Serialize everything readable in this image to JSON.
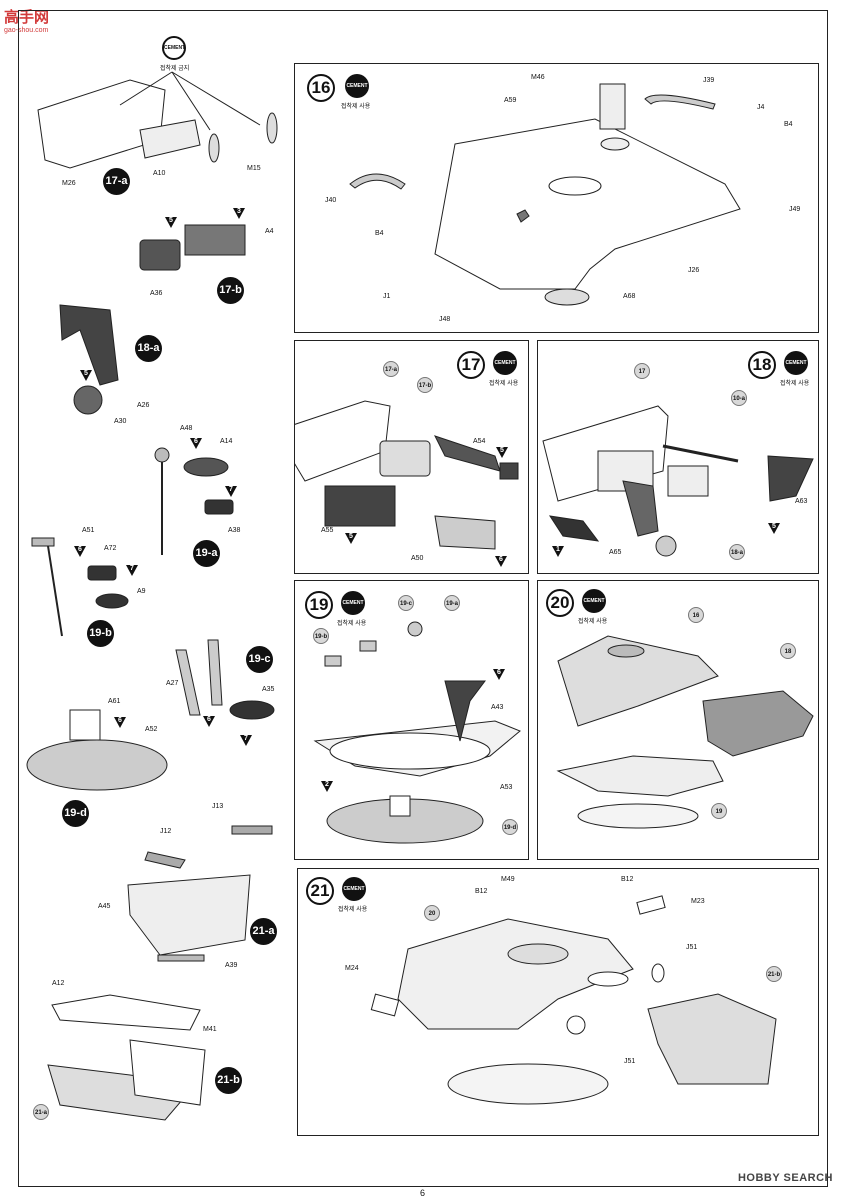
{
  "watermark": {
    "logo_text": "高手网",
    "logo_url": "gao-shou.com",
    "site": "HOBBY SEARCH"
  },
  "page_number": "6",
  "no_cement_note": {
    "icon_text": "CEMENT",
    "text": "접착제 금지"
  },
  "cement_note": {
    "icon_text": "CEMENT",
    "text": "접착제 사용"
  },
  "left_column": {
    "s17a": {
      "badge": "17-a",
      "labels": [
        "M26",
        "A10",
        "M15"
      ]
    },
    "s17b": {
      "badge": "17-b",
      "labels": [
        "A4",
        "A36"
      ],
      "tri": [
        "5",
        "3"
      ]
    },
    "s18a": {
      "badge": "18-a",
      "labels": [
        "A26",
        "A30"
      ],
      "tri": [
        "5"
      ]
    },
    "s19a": {
      "badge": "19-a",
      "labels": [
        "A48",
        "A14",
        "A38"
      ],
      "tri": [
        "6",
        "7"
      ]
    },
    "s19b": {
      "badge": "19-b",
      "labels": [
        "A51",
        "A72",
        "A9"
      ],
      "tri": [
        "6",
        "7"
      ]
    },
    "s19c": {
      "badge": "19-c",
      "labels": [
        "A27",
        "A35"
      ],
      "tri": [
        "6",
        "7"
      ]
    },
    "s19d": {
      "badge": "19-d",
      "labels": [
        "A61",
        "A52"
      ],
      "tri": [
        "6"
      ]
    },
    "s21a": {
      "badge": "21-a",
      "labels": [
        "J13",
        "J12",
        "A45",
        "A39"
      ]
    },
    "s21b": {
      "badge": "21-b",
      "labels": [
        "A12",
        "M41",
        "21-a"
      ]
    }
  },
  "step16": {
    "number": "16",
    "labels": [
      "M46",
      "J39",
      "A59",
      "J4",
      "B4",
      "J40",
      "J49",
      "B4",
      "J26",
      "J1",
      "A68",
      "J48"
    ]
  },
  "step17": {
    "number": "17",
    "refs": [
      "17-a",
      "17-b"
    ],
    "labels": [
      "A54",
      "A55",
      "A50"
    ],
    "tri": [
      "5",
      "5",
      "6"
    ]
  },
  "step18": {
    "number": "18",
    "refs": [
      "17",
      "10-a",
      "18-a"
    ],
    "labels": [
      "A63",
      "A65"
    ],
    "tri": [
      "5",
      "1"
    ]
  },
  "step19": {
    "number": "19",
    "refs": [
      "19-c",
      "19-a",
      "19-b",
      "19-d"
    ],
    "labels": [
      "A43",
      "A53"
    ],
    "tri": [
      "6",
      "2"
    ]
  },
  "step20": {
    "number": "20",
    "refs": [
      "16",
      "18",
      "19"
    ]
  },
  "step21": {
    "number": "21",
    "refs": [
      "20",
      "21-b"
    ],
    "labels": [
      "M49",
      "B12",
      "B12",
      "M23",
      "J51",
      "M24",
      "J51"
    ]
  }
}
